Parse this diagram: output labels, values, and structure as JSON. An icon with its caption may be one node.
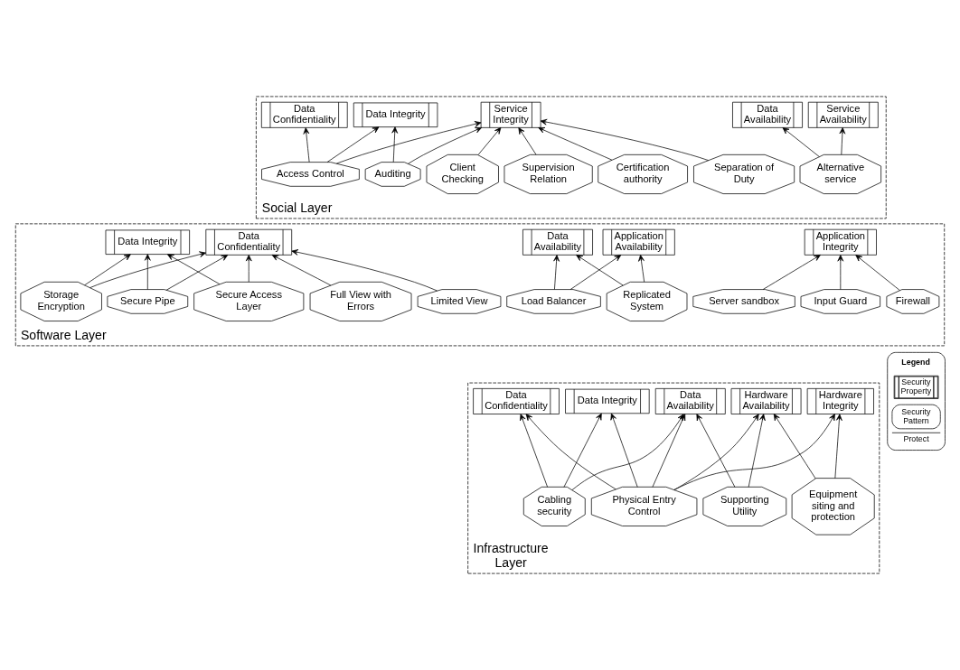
{
  "diagram": {
    "nodes": [
      {
        "text": [
          "Social Layer"
        ]
      },
      {
        "text": [
          "Service Availability"
        ],
        "in": 0
      },
      {
        "text": [
          "Data Availability"
        ],
        "in": 0
      },
      {
        "text": [
          "Service Integrity"
        ],
        "in": 0
      },
      {
        "text": [
          "Data Confidentiality"
        ],
        "in": 0
      },
      {
        "text": [
          "Data Integrity"
        ],
        "in": 0
      },
      {
        "text": [
          "Alternative service"
        ],
        "in": 0
      },
      {
        "text": [
          "Client Checking"
        ],
        "in": 0
      },
      {
        "text": [
          "Separation of Duty"
        ],
        "in": 0
      },
      {
        "text": [
          "Certification authority"
        ],
        "in": 0
      },
      {
        "text": [
          "Supervision Relation"
        ],
        "in": 0
      },
      {
        "text": [
          "Access Control"
        ],
        "in": 0
      },
      {
        "text": [
          "Auditing"
        ],
        "in": 0
      },
      {
        "text": [
          "Software Layer"
        ]
      },
      {
        "text": [
          "Application Integrity"
        ],
        "in": 13
      },
      {
        "text": [
          "Application Availability"
        ],
        "in": 13
      },
      {
        "text": [
          "Data Availability"
        ],
        "in": 13
      },
      {
        "text": [
          "Data Confidentiality"
        ],
        "in": 13
      },
      {
        "text": [
          "Data Integrity"
        ],
        "in": 13
      },
      {
        "text": [
          "Input Guard"
        ],
        "in": 13
      },
      {
        "text": [
          "Server sandbox"
        ],
        "in": 13
      },
      {
        "text": [
          "Firewall"
        ],
        "in": 13
      },
      {
        "text": [
          "Replicated System"
        ],
        "in": 13
      },
      {
        "text": [
          "Load Balancer"
        ],
        "in": 13
      },
      {
        "text": [
          "Limited View"
        ],
        "in": 13
      },
      {
        "text": [
          "Full View with Errors"
        ],
        "in": 13
      },
      {
        "text": [
          "Secure Access Layer"
        ],
        "in": 13
      },
      {
        "text": [
          "Secure Pipe"
        ],
        "in": 13
      },
      {
        "text": [
          "Storage Encryption"
        ],
        "in": 13
      },
      {
        "text": [
          "Infrastructure Layer"
        ]
      },
      {
        "text": [
          "Hardware Integrity"
        ],
        "in": 29
      },
      {
        "text": [
          "Hardware Availability"
        ],
        "in": 29
      },
      {
        "text": [
          "Data Availability"
        ],
        "in": 29
      },
      {
        "text": [
          "Data Confidentiality"
        ],
        "in": 29
      },
      {
        "text": [
          "Data Integrity"
        ],
        "in": 29
      },
      {
        "text": [
          "Equipment siting and protection"
        ],
        "in": 29
      },
      {
        "text": [
          "Supporting Utility"
        ],
        "in": 29
      },
      {
        "text": [
          "Physical Entry Control"
        ],
        "in": 29
      },
      {
        "text": [
          "Cabling security"
        ],
        "in": 29
      }
    ],
    "edges": [
      {
        "from": 6,
        "to": 1,
        "arrow": "to"
      },
      {
        "from": 6,
        "to": 2,
        "arrow": "to"
      },
      {
        "from": 7,
        "to": 3,
        "arrow": "to"
      },
      {
        "from": 8,
        "to": 3,
        "arrow": "to"
      },
      {
        "from": 9,
        "to": 3,
        "arrow": "to"
      },
      {
        "from": 10,
        "to": 3,
        "arrow": "to"
      },
      {
        "from": 11,
        "to": 3,
        "arrow": "to"
      },
      {
        "from": 11,
        "to": 4,
        "arrow": "to"
      },
      {
        "from": 11,
        "to": 5,
        "arrow": "to"
      },
      {
        "from": 12,
        "to": 3,
        "arrow": "to"
      },
      {
        "from": 12,
        "to": 5,
        "arrow": "to"
      },
      {
        "from": 19,
        "to": 14,
        "arrow": "to"
      },
      {
        "from": 20,
        "to": 14,
        "arrow": "to"
      },
      {
        "from": 21,
        "to": 14,
        "arrow": "to"
      },
      {
        "from": 22,
        "to": 15,
        "arrow": "to"
      },
      {
        "from": 22,
        "to": 16,
        "arrow": "to"
      },
      {
        "from": 23,
        "to": 15,
        "arrow": "to"
      },
      {
        "from": 23,
        "to": 16,
        "arrow": "to"
      },
      {
        "from": 24,
        "to": 17,
        "arrow": "to"
      },
      {
        "from": 25,
        "to": 17,
        "arrow": "to"
      },
      {
        "from": 26,
        "to": 17,
        "arrow": "to"
      },
      {
        "from": 26,
        "to": 18,
        "arrow": "to"
      },
      {
        "from": 27,
        "to": 17,
        "arrow": "to"
      },
      {
        "from": 27,
        "to": 18,
        "arrow": "to"
      },
      {
        "from": 28,
        "to": 17,
        "arrow": "to"
      },
      {
        "from": 28,
        "to": 18,
        "arrow": "to"
      },
      {
        "from": 35,
        "to": 30,
        "arrow": "to"
      },
      {
        "from": 35,
        "to": 31,
        "arrow": "to"
      },
      {
        "from": 36,
        "to": 31,
        "arrow": "to"
      },
      {
        "from": 36,
        "to": 32,
        "arrow": "to"
      },
      {
        "from": 37,
        "to": 30,
        "arrow": "to"
      },
      {
        "from": 37,
        "to": 31,
        "arrow": "to"
      },
      {
        "from": 37,
        "to": 32,
        "arrow": "to"
      },
      {
        "from": 37,
        "to": 33,
        "arrow": "to"
      },
      {
        "from": 37,
        "to": 34,
        "arrow": "to"
      },
      {
        "from": 38,
        "to": 32,
        "arrow": "to"
      },
      {
        "from": 38,
        "to": 33,
        "arrow": "to"
      },
      {
        "from": 38,
        "to": 34,
        "arrow": "to"
      }
    ],
    "labels": [
      "Legend"
    ],
    "legend": [
      {
        "text": "Security Property"
      },
      {
        "text": "Security Pattern"
      },
      {
        "text": "Protect"
      }
    ]
  }
}
